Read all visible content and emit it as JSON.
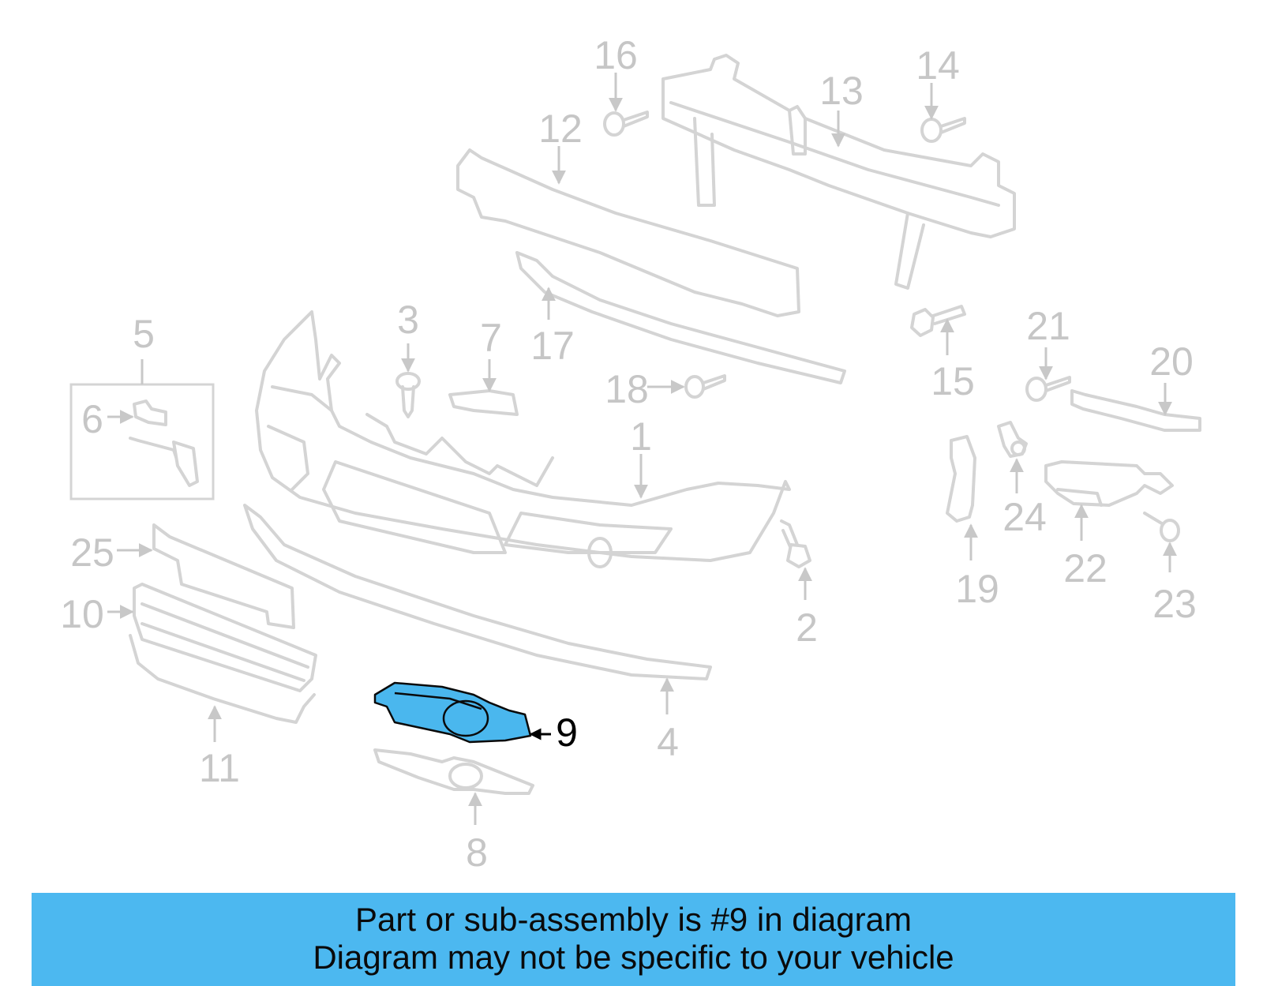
{
  "callouts": {
    "c1": "1",
    "c2": "2",
    "c3": "3",
    "c4": "4",
    "c5": "5",
    "c6": "6",
    "c7": "7",
    "c8": "8",
    "c9": "9",
    "c10": "10",
    "c11": "11",
    "c12": "12",
    "c13": "13",
    "c14": "14",
    "c15": "15",
    "c16": "16",
    "c17": "17",
    "c18": "18",
    "c19": "19",
    "c20": "20",
    "c21": "21",
    "c22": "22",
    "c23": "23",
    "c24": "24",
    "c25": "25"
  },
  "highlighted_part": "9",
  "colors": {
    "highlight": "#4ab7ee",
    "banner": "#4cb8f0",
    "line_art": "#d4d4d4"
  },
  "banner": {
    "line1": "Part or sub-assembly is #9 in diagram",
    "line2": "Diagram may not be specific to your vehicle"
  }
}
